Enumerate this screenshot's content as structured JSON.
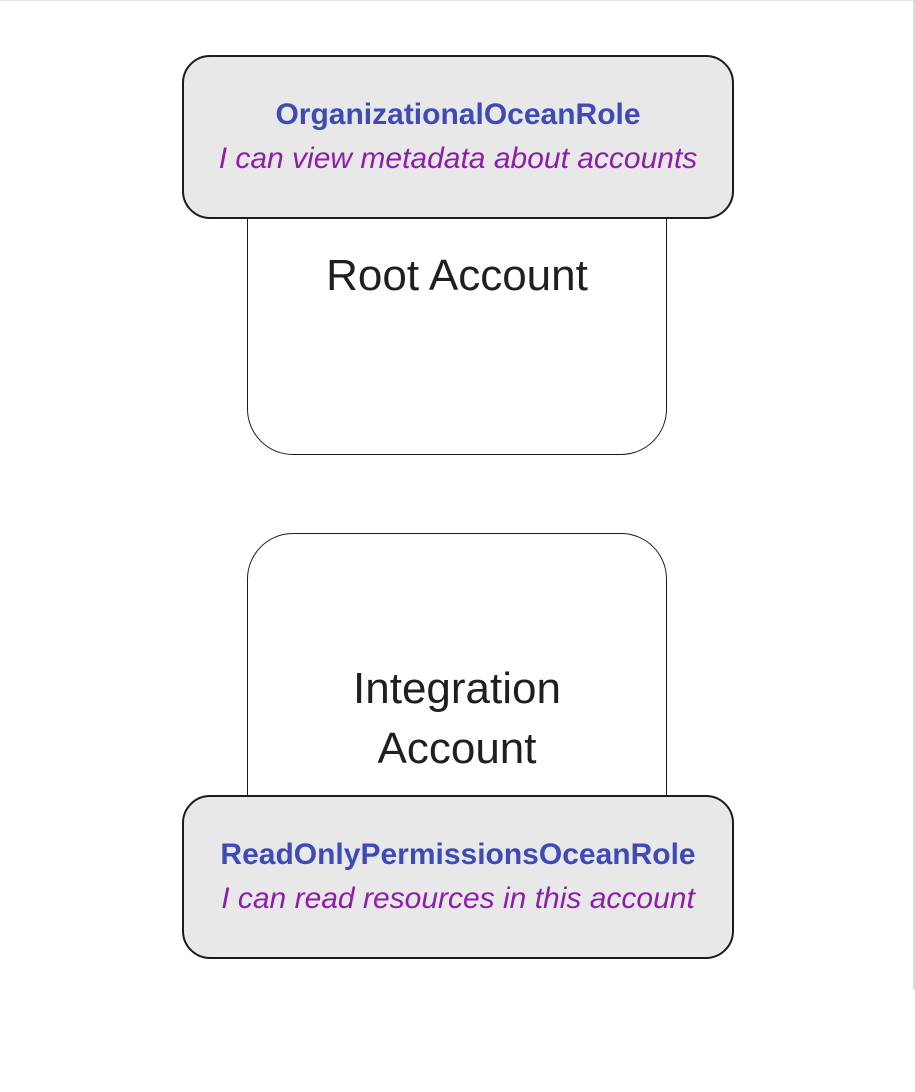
{
  "page": {
    "background": "#ffffff"
  },
  "colors": {
    "page_bg": "#ffffff",
    "page_edge": "#dcdcdc",
    "role_fill": "#e8e8e8",
    "role_border": "#1b1b1b",
    "account_fill": "#ffffff",
    "account_border": "#1b1b1b",
    "role_name": "#3e4bb7",
    "role_desc": "#8e1ea9",
    "account_label": "#1f1f1f"
  },
  "diagram": {
    "type": "flowchart",
    "groups": [
      {
        "account_label": "Root Account",
        "role_position": "top",
        "role": {
          "name": "OrganizationalOceanRole",
          "description": "I can view metadata about accounts"
        }
      },
      {
        "account_label": "Integration Account",
        "role_position": "bottom",
        "role": {
          "name": "ReadOnlyPermissionsOceanRole",
          "description": "I can read resources in this account"
        }
      }
    ]
  }
}
